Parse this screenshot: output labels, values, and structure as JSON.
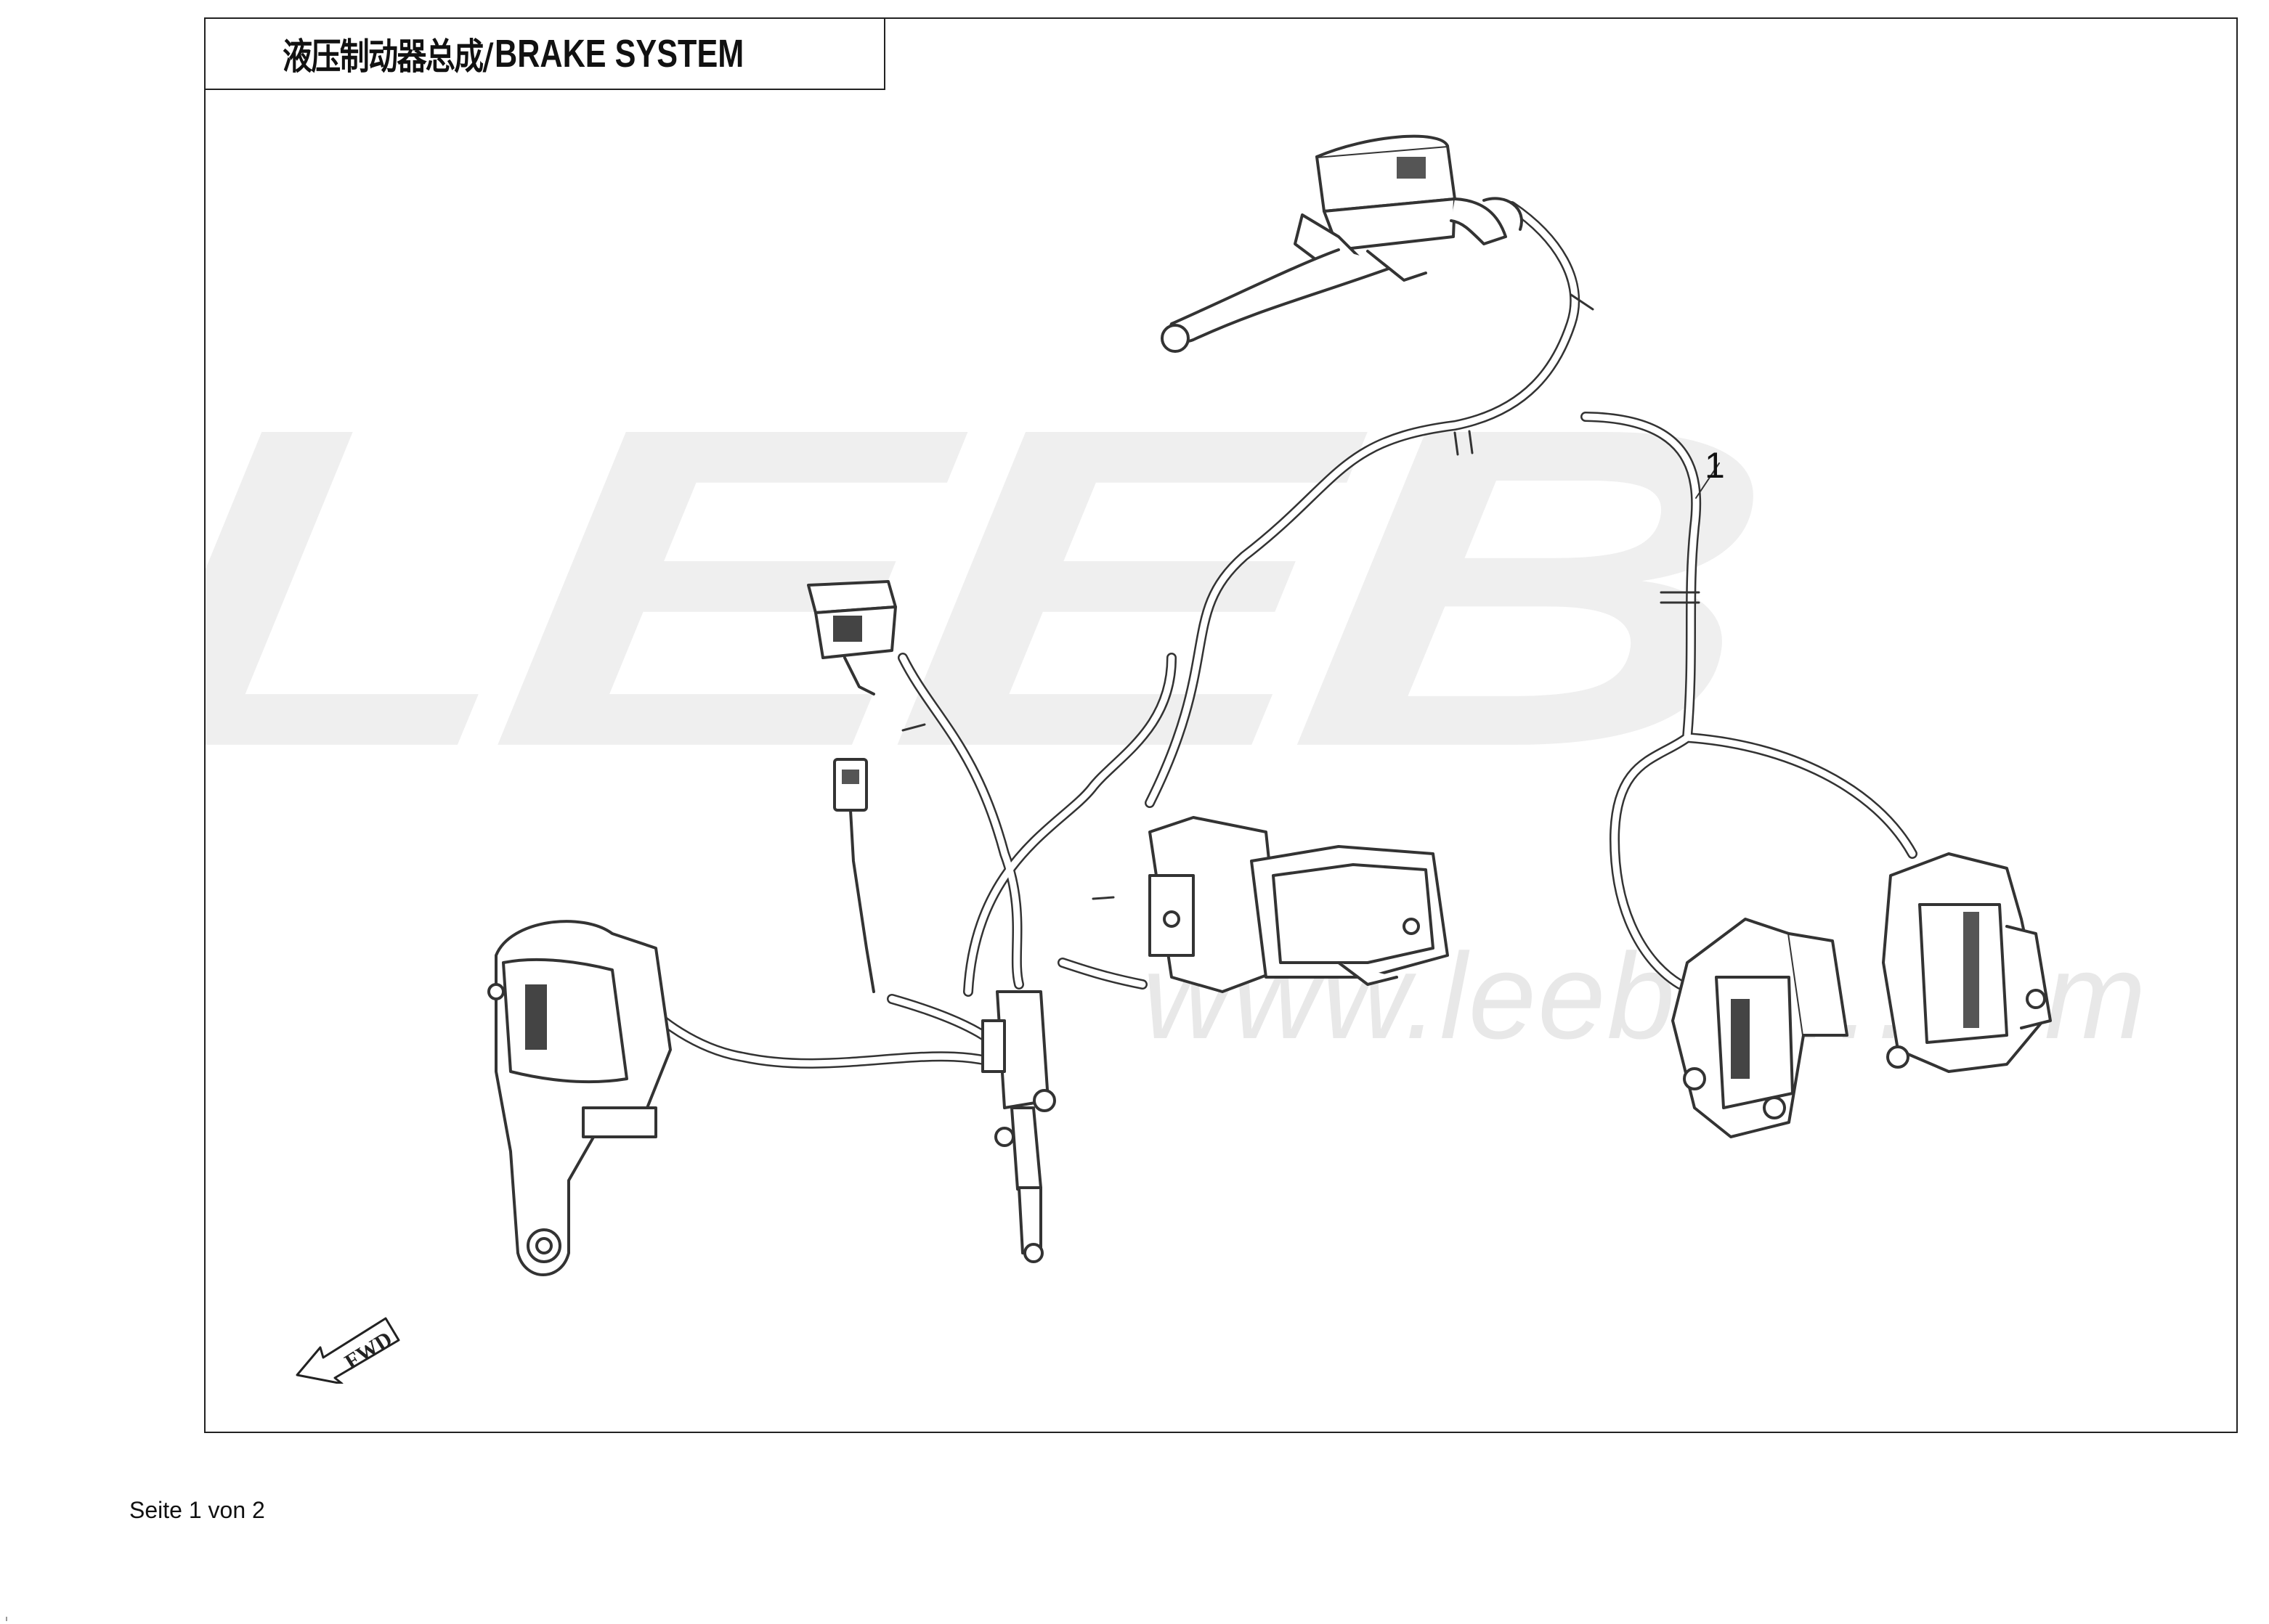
{
  "header": {
    "title_cn": "液压制动器总成/",
    "title_en": "BRAKE SYSTEM"
  },
  "watermark": {
    "brand": "LEEB",
    "url": "www.leeb-t….com"
  },
  "diagram": {
    "callouts": [
      {
        "label": "1",
        "part": "brake-hose"
      }
    ],
    "direction_arrow": "FWD",
    "components": [
      "front-brake-master-cylinder-lever",
      "rear-brake-reservoir",
      "abs-modulator",
      "rear-brake-master-cylinder",
      "rear-brake-caliper",
      "front-brake-caliper-left",
      "front-brake-caliper-right",
      "brake-hoses",
      "sensor-connector"
    ]
  },
  "footer": {
    "page_text": "Seite 1 von 2"
  },
  "colors": {
    "line": "#333333",
    "frame": "#222222",
    "watermark": "#efefef"
  }
}
